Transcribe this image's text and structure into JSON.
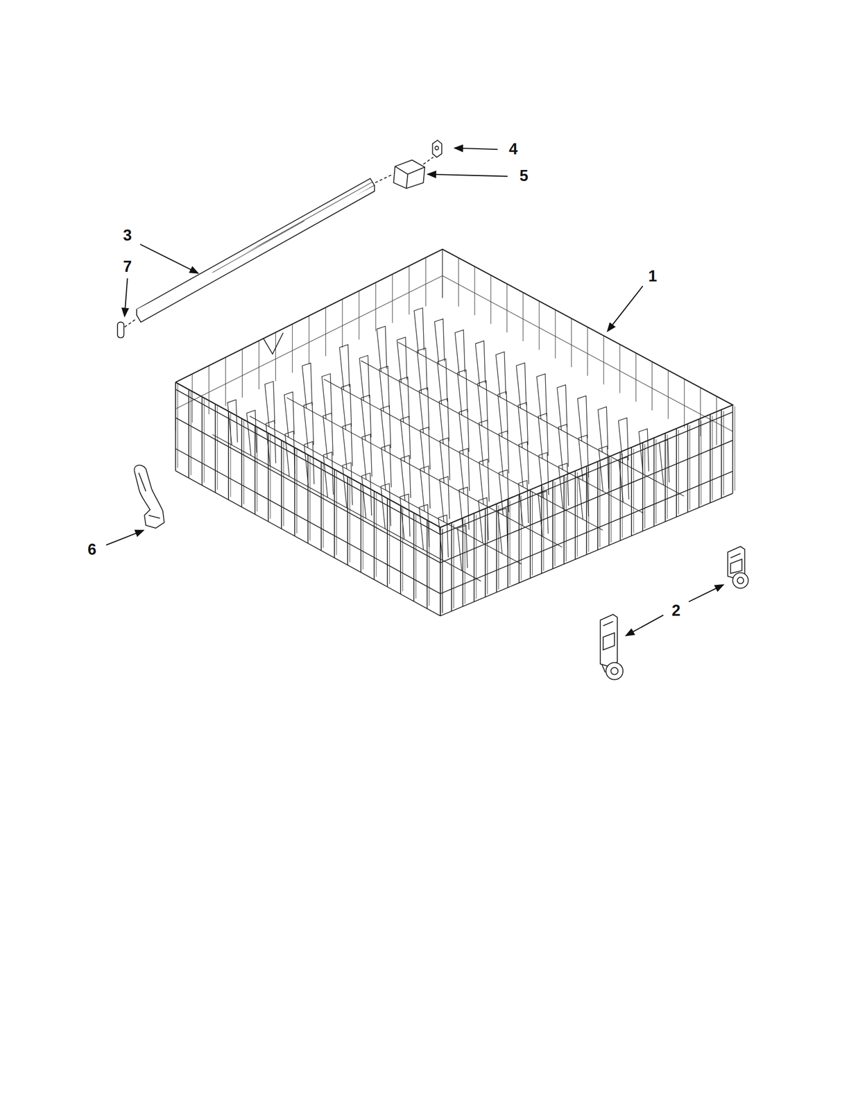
{
  "diagram": {
    "labels": [
      "4",
      "5",
      "3",
      "7",
      "1",
      "6",
      "2"
    ]
  }
}
